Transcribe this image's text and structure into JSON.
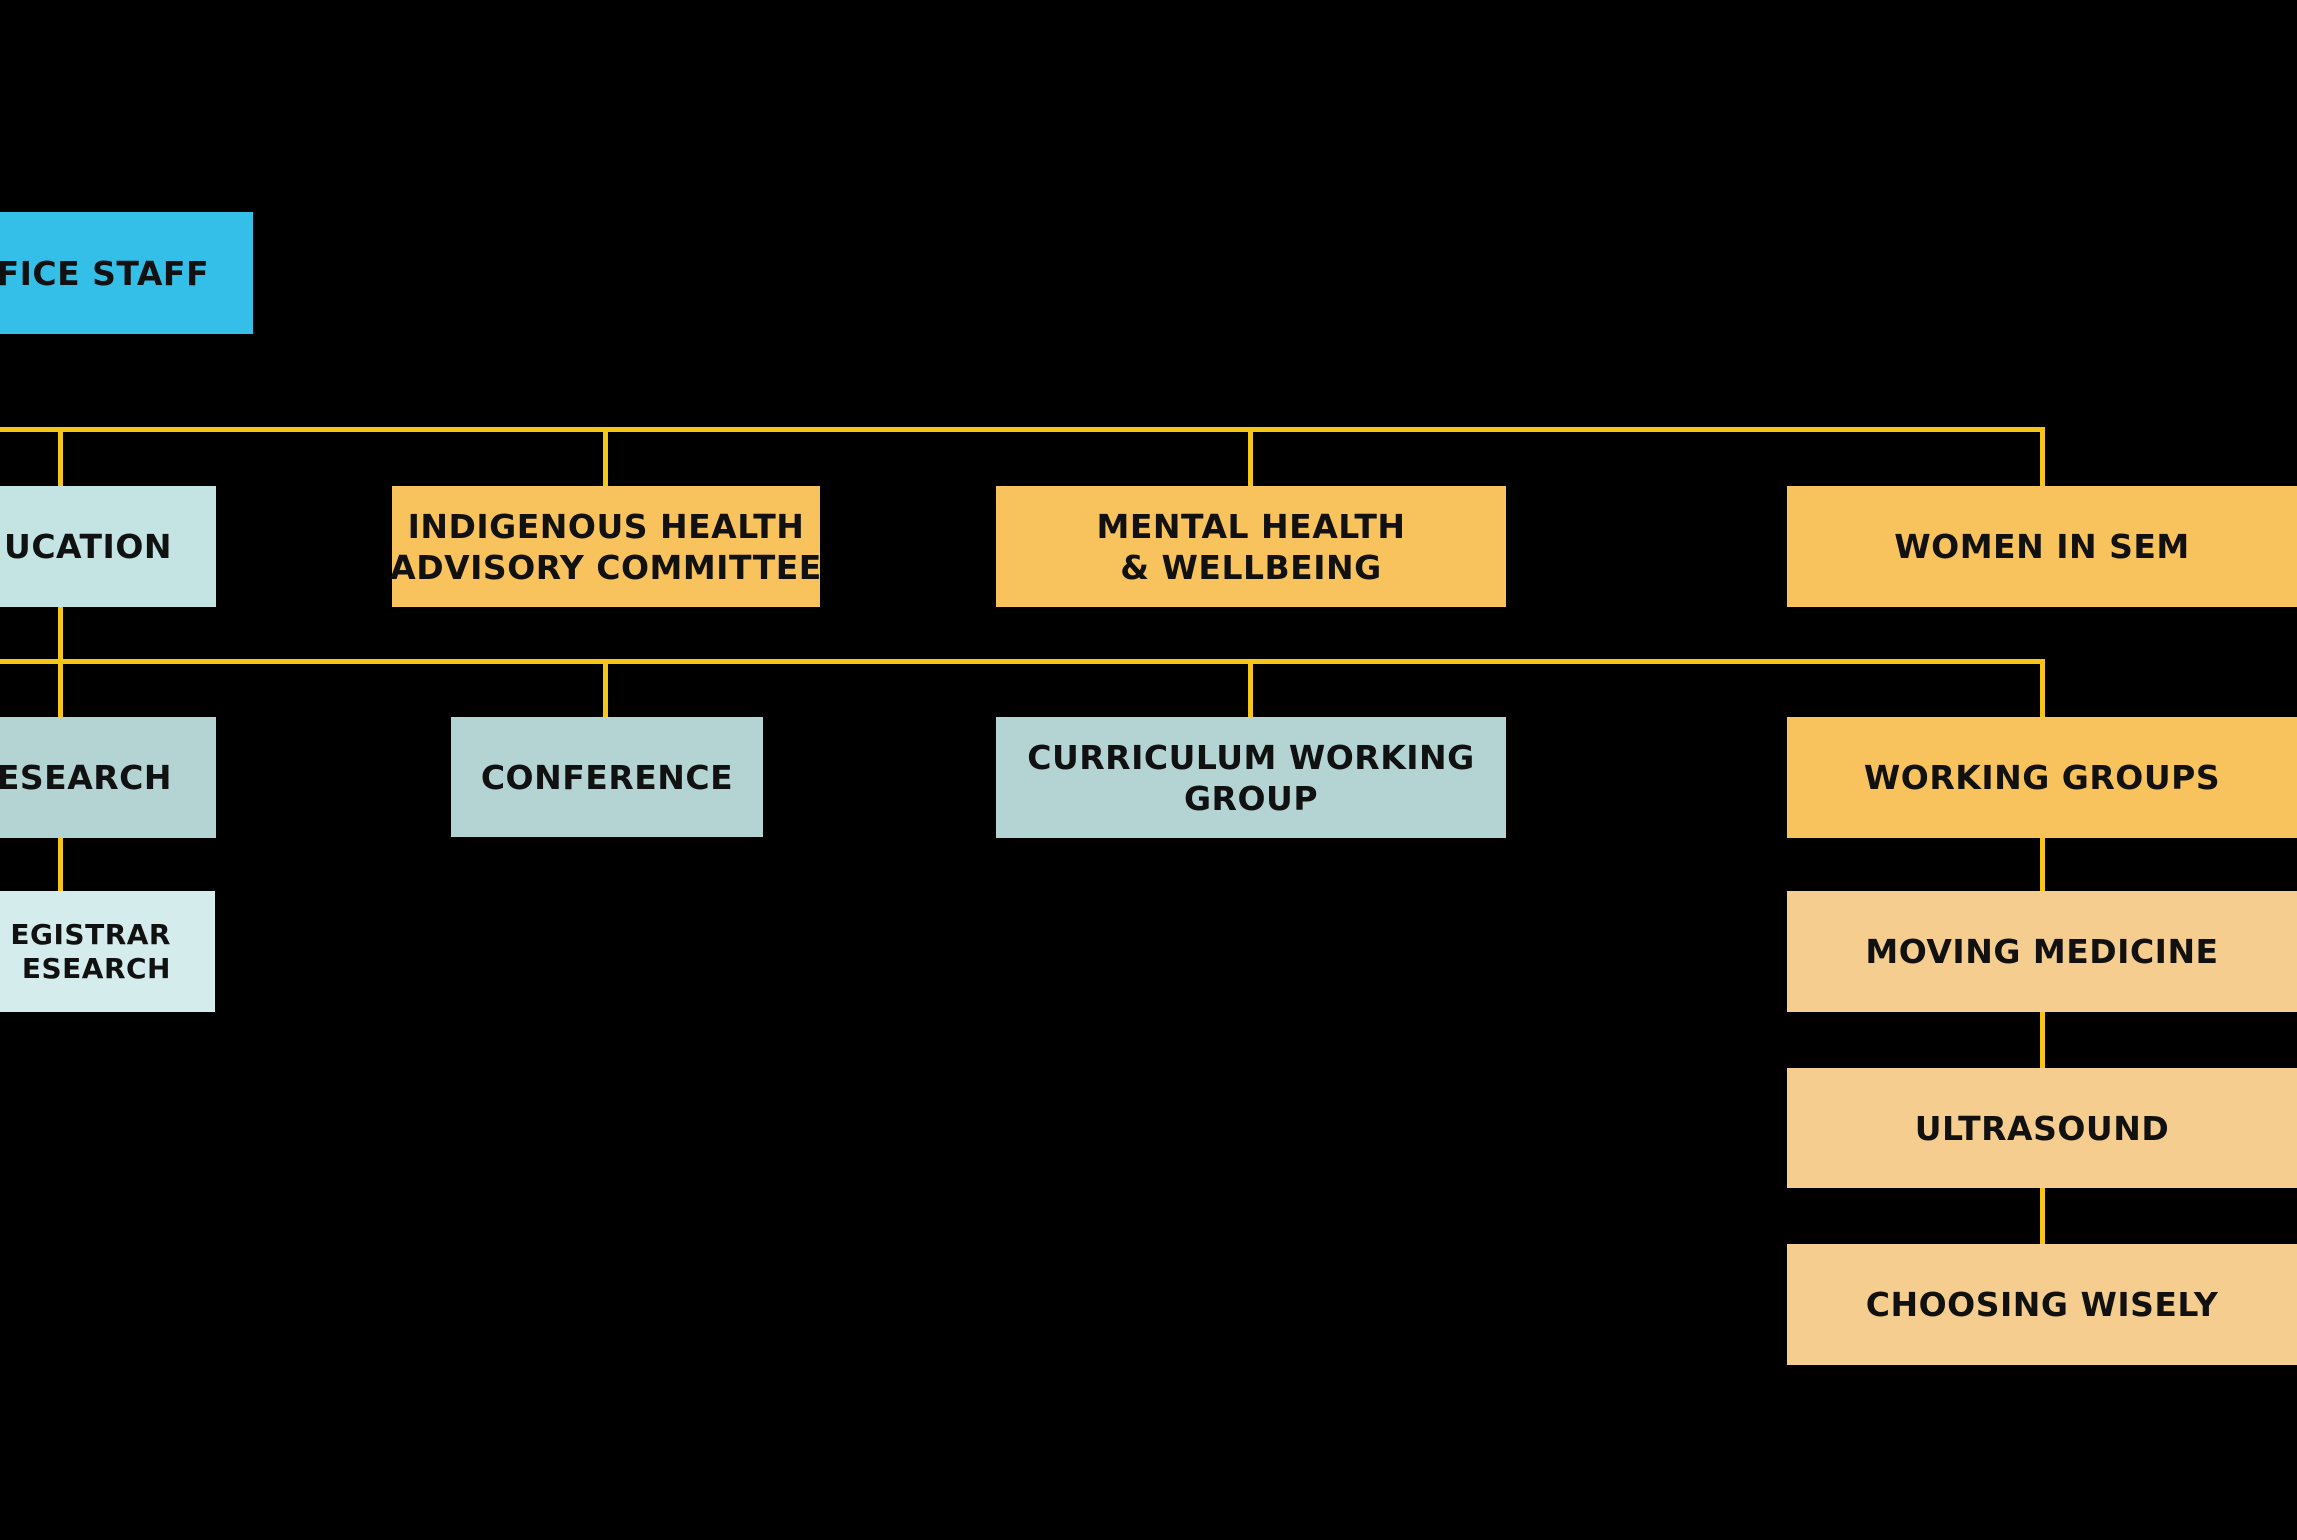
{
  "colors": {
    "background": "#000000",
    "connector": "#F5C518",
    "office_blue": "#33BFE8",
    "teal_light": "#C4E4E4",
    "teal_mid": "#B3D4D3",
    "teal_pale": "#D4ECEC",
    "orange": "#F8C25C",
    "orange_light": "#F5CD8E"
  },
  "nodes": {
    "office_staff": {
      "label": "FFICE STAFF"
    },
    "education": {
      "label": "UCATION"
    },
    "indigenous_health": {
      "line1": "INDIGENOUS HEALTH",
      "line2": "ADVISORY COMMITTEE"
    },
    "mental_health": {
      "line1": "MENTAL HEALTH",
      "line2": "& WELLBEING"
    },
    "women_in_sem": {
      "label": "WOMEN IN SEM"
    },
    "research": {
      "label": "ESEARCH"
    },
    "conference": {
      "label": "CONFERENCE"
    },
    "curriculum": {
      "line1": "CURRICULUM WORKING",
      "line2": "GROUP"
    },
    "working_groups": {
      "label": "WORKING GROUPS"
    },
    "registrar_research": {
      "line1": "EGISTRAR",
      "line2": "ESEARCH"
    },
    "moving_medicine": {
      "label": "MOVING MEDICINE"
    },
    "ultrasound": {
      "label": "ULTRASOUND"
    },
    "choosing_wisely": {
      "label": "CHOOSING WISELY"
    }
  }
}
